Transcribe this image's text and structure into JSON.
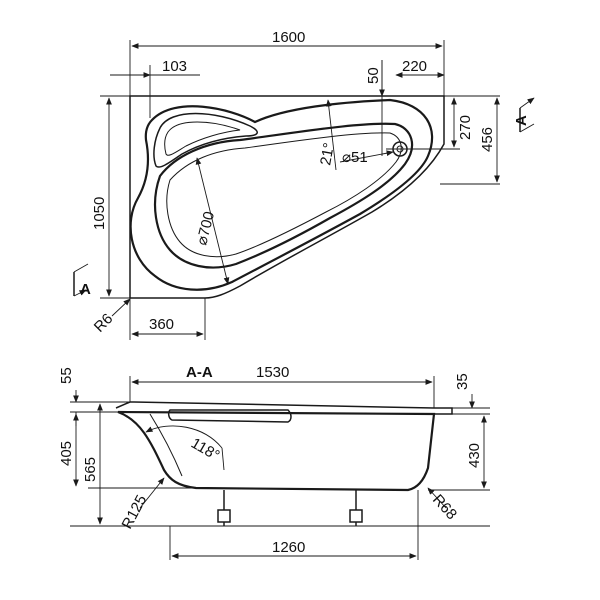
{
  "top_view": {
    "dims": {
      "overall_length": "1600",
      "overall_width": "1050",
      "corner_offset": "103",
      "drain_offset": "50",
      "drain_from_right": "220",
      "drain_from_top": "270",
      "right_edge_height": "456",
      "bottom_corner_width": "360",
      "corner_radius": "R6",
      "inner_diameter": "⌀700",
      "drain_diameter": "⌀51",
      "angle": "21°"
    },
    "section_mark": "A"
  },
  "side_view": {
    "title": "A-A",
    "dims": {
      "top_length": "1530",
      "rim_left": "55",
      "rim_right": "35",
      "depth_left": "405",
      "height_left": "565",
      "depth_right": "430",
      "base_length": "1260",
      "radius_left": "R125",
      "radius_right": "R68",
      "back_angle": "118°"
    }
  }
}
